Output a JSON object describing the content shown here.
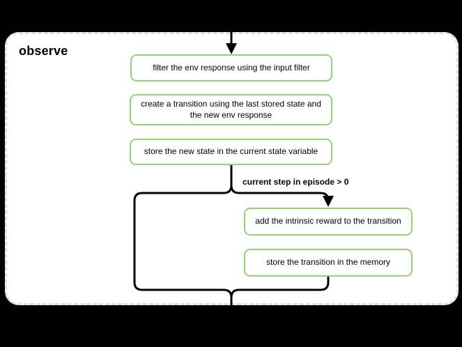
{
  "diagram": {
    "title": "observe",
    "nodes": [
      {
        "label": "filter the env response using the input filter"
      },
      {
        "label": "create a transition using the last stored state and the new env response"
      },
      {
        "label": "store the new state in the current state variable"
      },
      {
        "label": "add the intrinsic reward to the transition"
      },
      {
        "label": "store the transition in the memory"
      }
    ],
    "edges": {
      "condition_label": "current step in episode > 0"
    },
    "colors": {
      "node_border": "#97d077",
      "node_fill": "#ffffff",
      "connector": "#000000",
      "panel_bg": "#ffffff",
      "panel_border": "#dedede",
      "page_bg": "#000000",
      "text": "#000000"
    }
  }
}
